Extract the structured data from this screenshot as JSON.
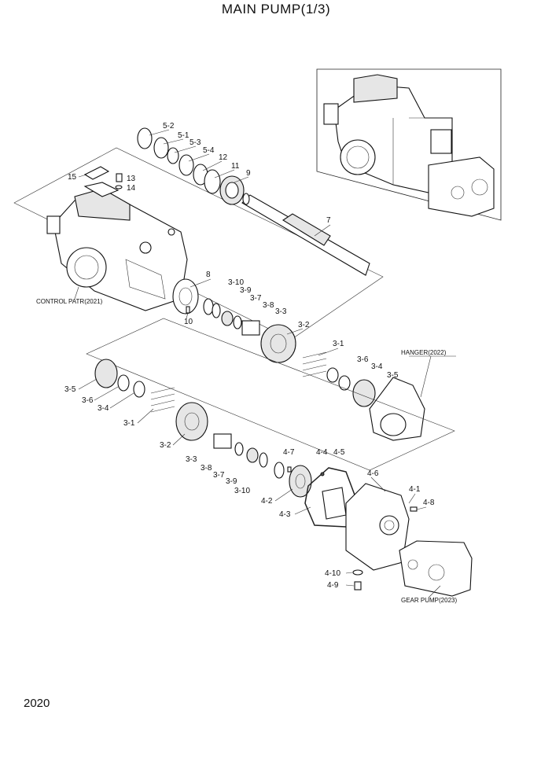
{
  "title": "MAIN PUMP(1/3)",
  "page_number": "2020",
  "captions": {
    "control": "CONTROL PATR(2021)",
    "hanger": "HANGER(2022)",
    "gear_pump": "GEAR PUMP(2023)"
  },
  "labels": {
    "l5_2": "5-2",
    "l5_1": "5-1",
    "l5_3": "5-3",
    "l5_4": "5-4",
    "l12": "12",
    "l11": "11",
    "l9": "9",
    "l15": "15",
    "l13": "13",
    "l14": "14",
    "l7": "7",
    "l8": "8",
    "l10": "10",
    "l3_10a": "3-10",
    "l3_9a": "3-9",
    "l3_7a": "3-7",
    "l3_8a": "3-8",
    "l3_3a": "3-3",
    "l3_2a": "3-2",
    "l3_1a": "3-1",
    "l3_6a": "3-6",
    "l3_4a": "3-4",
    "l3_5a": "3-5",
    "l3_5b": "3-5",
    "l3_6b": "3-6",
    "l3_4b": "3-4",
    "l3_1b": "3-1",
    "l3_2b": "3-2",
    "l3_3b": "3-3",
    "l3_8b": "3-8",
    "l3_7b": "3-7",
    "l3_9b": "3-9",
    "l3_10b": "3-10",
    "l4_7": "4-7",
    "l4_4": "4-4",
    "l4_5": "4-5",
    "l4_6": "4-6",
    "l4_2": "4-2",
    "l4_3": "4-3",
    "l4_1": "4-1",
    "l4_8": "4-8",
    "l4_10": "4-10",
    "l4_9": "4-9"
  }
}
